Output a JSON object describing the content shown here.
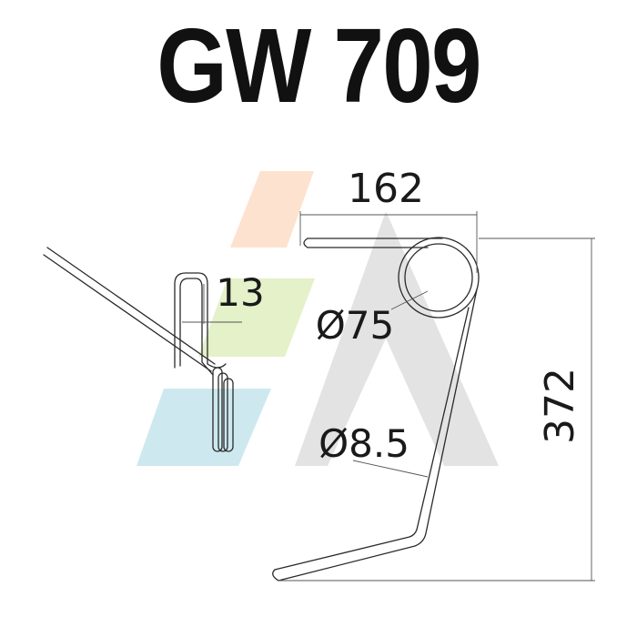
{
  "title": "GW 709",
  "dimensions": {
    "width": "162",
    "loop": "13",
    "coil_diameter": "Ø75",
    "wire_diameter": "Ø8.5",
    "height": "372"
  },
  "watermark": {
    "colors": [
      "#fde3cf",
      "#e4f1c9",
      "#cde9ef",
      "#e3e3e3"
    ]
  }
}
